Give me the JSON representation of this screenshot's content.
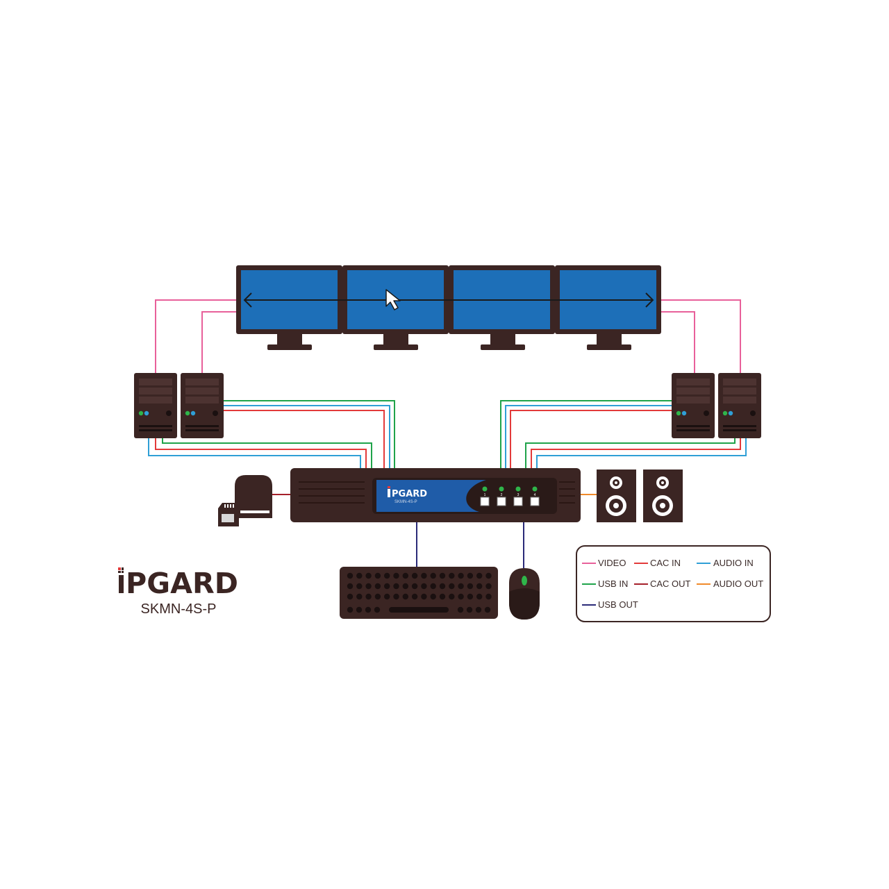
{
  "brand": {
    "name": "PGARD",
    "model": "SKMN-4S-P"
  },
  "device": {
    "logo": "PGARD",
    "model": "SKMN-4S-P",
    "ports": [
      "1",
      "2",
      "3",
      "4"
    ]
  },
  "legend": {
    "items": [
      {
        "label": "VIDEO",
        "color": "#e8609a"
      },
      {
        "label": "CAC IN",
        "color": "#e33a3a"
      },
      {
        "label": "AUDIO IN",
        "color": "#2f9fd6"
      },
      {
        "label": "USB IN",
        "color": "#1fa34a"
      },
      {
        "label": "CAC OUT",
        "color": "#a5202a"
      },
      {
        "label": "AUDIO OUT",
        "color": "#f08a2a"
      },
      {
        "label": "USB OUT",
        "color": "#2a2a78"
      }
    ]
  },
  "icons": {
    "cursor": "pointer-cursor-icon",
    "left_arrow": "arrow-left-icon",
    "right_arrow": "arrow-right-icon"
  },
  "colors": {
    "chassis": "#3b2523",
    "screen": "#1d6fb8",
    "panel": "#1f5ca8",
    "led": "#2fb54a"
  }
}
